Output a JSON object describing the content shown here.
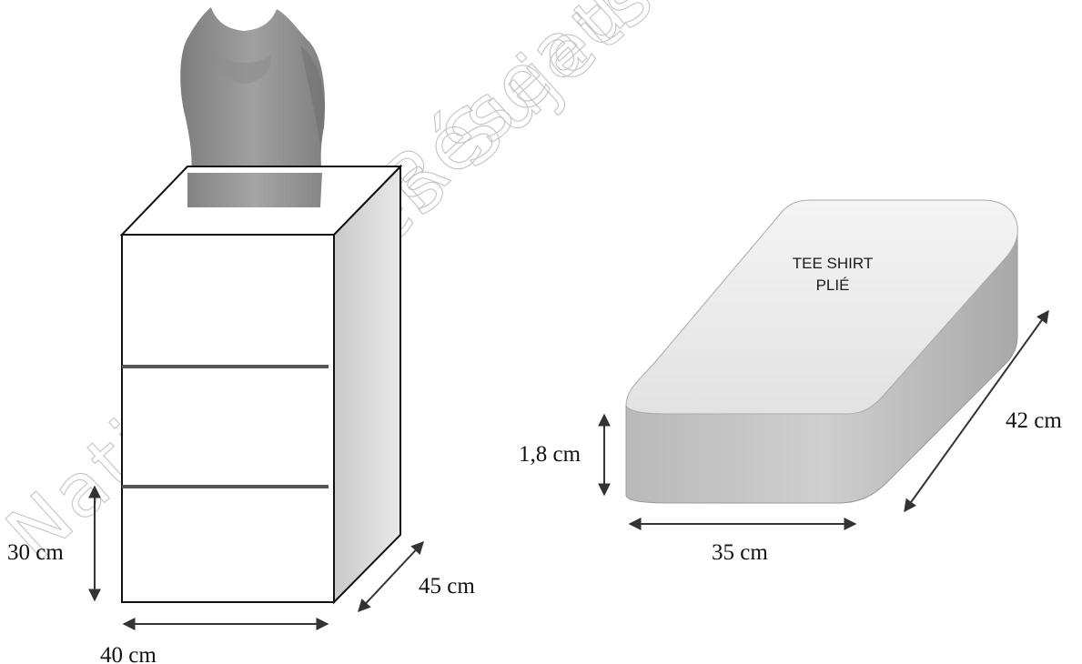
{
  "watermark": {
    "line1": "Nationale des Sujets d'Examens",
    "line2": "Réseau SCÉRÉN"
  },
  "cabinet": {
    "dimensions": {
      "width": "40 cm",
      "depth": "45 cm",
      "compartment_height": "30 cm"
    },
    "compartments": 3
  },
  "folded_tshirt": {
    "label_line1": "TEE SHIRT",
    "label_line2": "PLIÉ",
    "dimensions": {
      "width": "35 cm",
      "length": "42 cm",
      "thickness": "1,8 cm"
    }
  },
  "colors": {
    "mannequin": "#8c8c8c",
    "cabinet_side": "#d9d9d9",
    "tshirt_top": "#ececec",
    "tshirt_side": "#c2c2c2",
    "shelf_line": "#555555"
  }
}
